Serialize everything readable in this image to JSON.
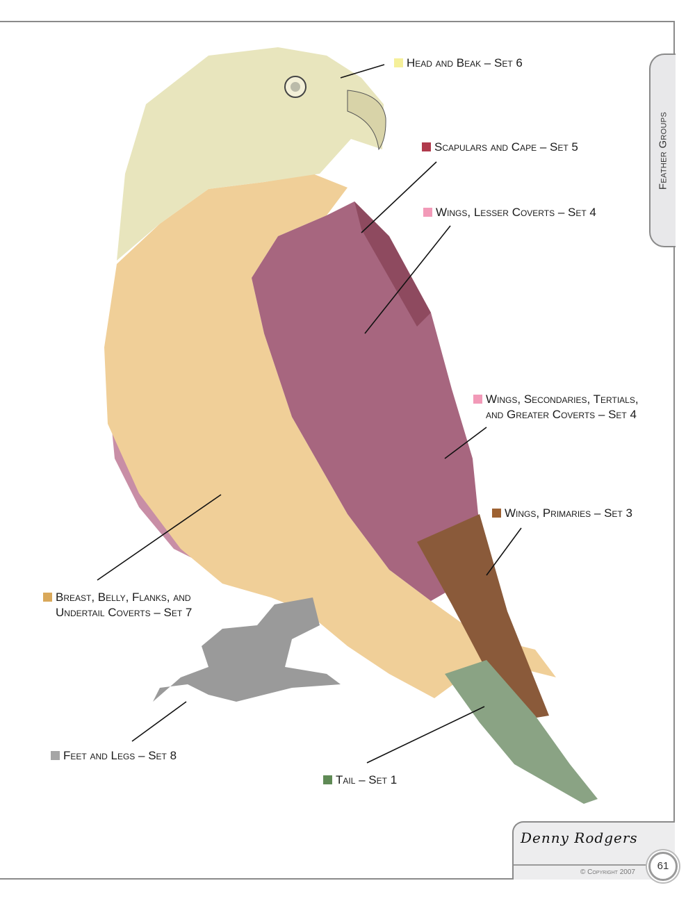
{
  "tab_label": "Feather Groups",
  "labels": {
    "head": {
      "text": "Head and Beak – Set 6",
      "color": "#f5f09a"
    },
    "scapulars": {
      "text": "Scapulars and Cape – Set 5",
      "color": "#b03a4c"
    },
    "lesser": {
      "text": "Wings, Lesser Coverts – Set 4",
      "color": "#f29ab8"
    },
    "secondaries": {
      "line1": "Wings, Secondaries, Tertials,",
      "line2": "and Greater Coverts – Set 4",
      "color": "#f29ab8"
    },
    "primaries": {
      "text": "Wings, Primaries – Set 3",
      "color": "#9e6232"
    },
    "breast": {
      "line1": "Breast, Belly, Flanks, and",
      "line2": "Undertail Coverts – Set 7",
      "color": "#d9a85a"
    },
    "feet": {
      "text": "Feet and Legs – Set 8",
      "color": "#a5a5a5"
    },
    "tail": {
      "text": "Tail – Set 1",
      "color": "#5f8a55"
    }
  },
  "signature": "Denny Rodgers",
  "copyright": "© Copyright 2007",
  "page_number": "61"
}
